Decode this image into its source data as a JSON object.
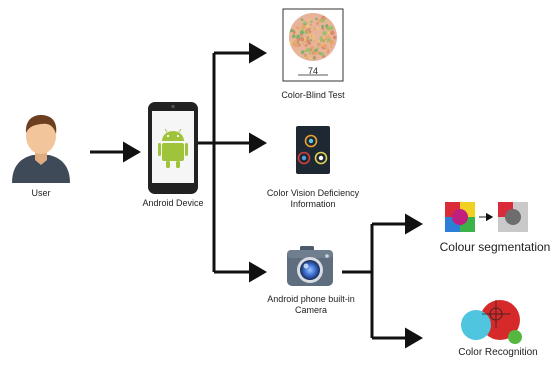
{
  "labels": {
    "user": "User",
    "device": "Android Device",
    "colorblind_test": "Color-Blind Test",
    "plate_number": "74",
    "cvd_info": "Color Vision Deficiency Information",
    "camera": "Android phone built-in Camera",
    "segmentation": "Colour segmentation",
    "recognition": "Color Recognition"
  },
  "colors": {
    "arrow": "#111111",
    "skin": "#f2c59b",
    "hair": "#6b3f1f",
    "shirt": "#3f4a58",
    "android_green": "#9fc33b",
    "phone_body": "#222222",
    "camera_body": "#5e6e7f"
  },
  "icons": [
    "user-icon",
    "android-phone-icon",
    "ishihara-plate-icon",
    "cvd-info-icon",
    "camera-icon",
    "segmentation-icon",
    "recognition-icon"
  ]
}
